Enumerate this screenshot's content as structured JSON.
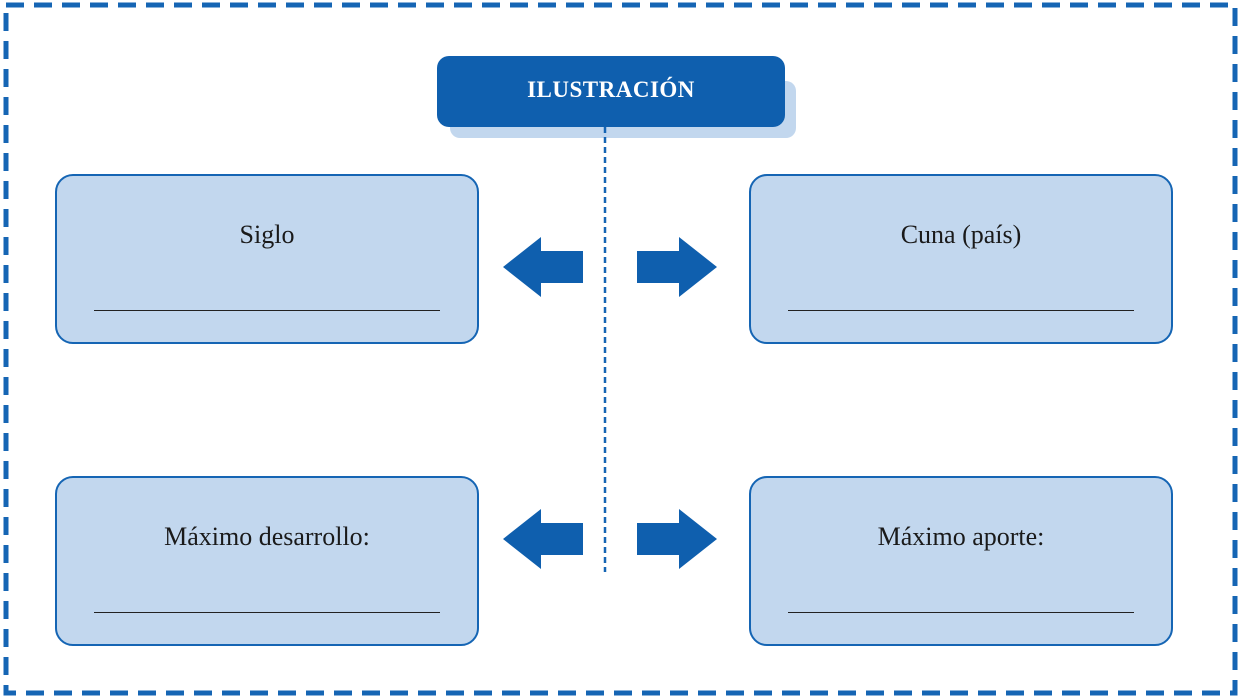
{
  "title": "ILUSTRACIÓN",
  "boxes": {
    "top_left": "Siglo",
    "top_right": "Cuna (país)",
    "bottom_left": "Máximo desarrollo:",
    "bottom_right": "Máximo aporte:"
  },
  "colors": {
    "primary_blue": "#1565b4",
    "title_blue": "#0f5fae",
    "light_blue": "#c2d7ee"
  }
}
